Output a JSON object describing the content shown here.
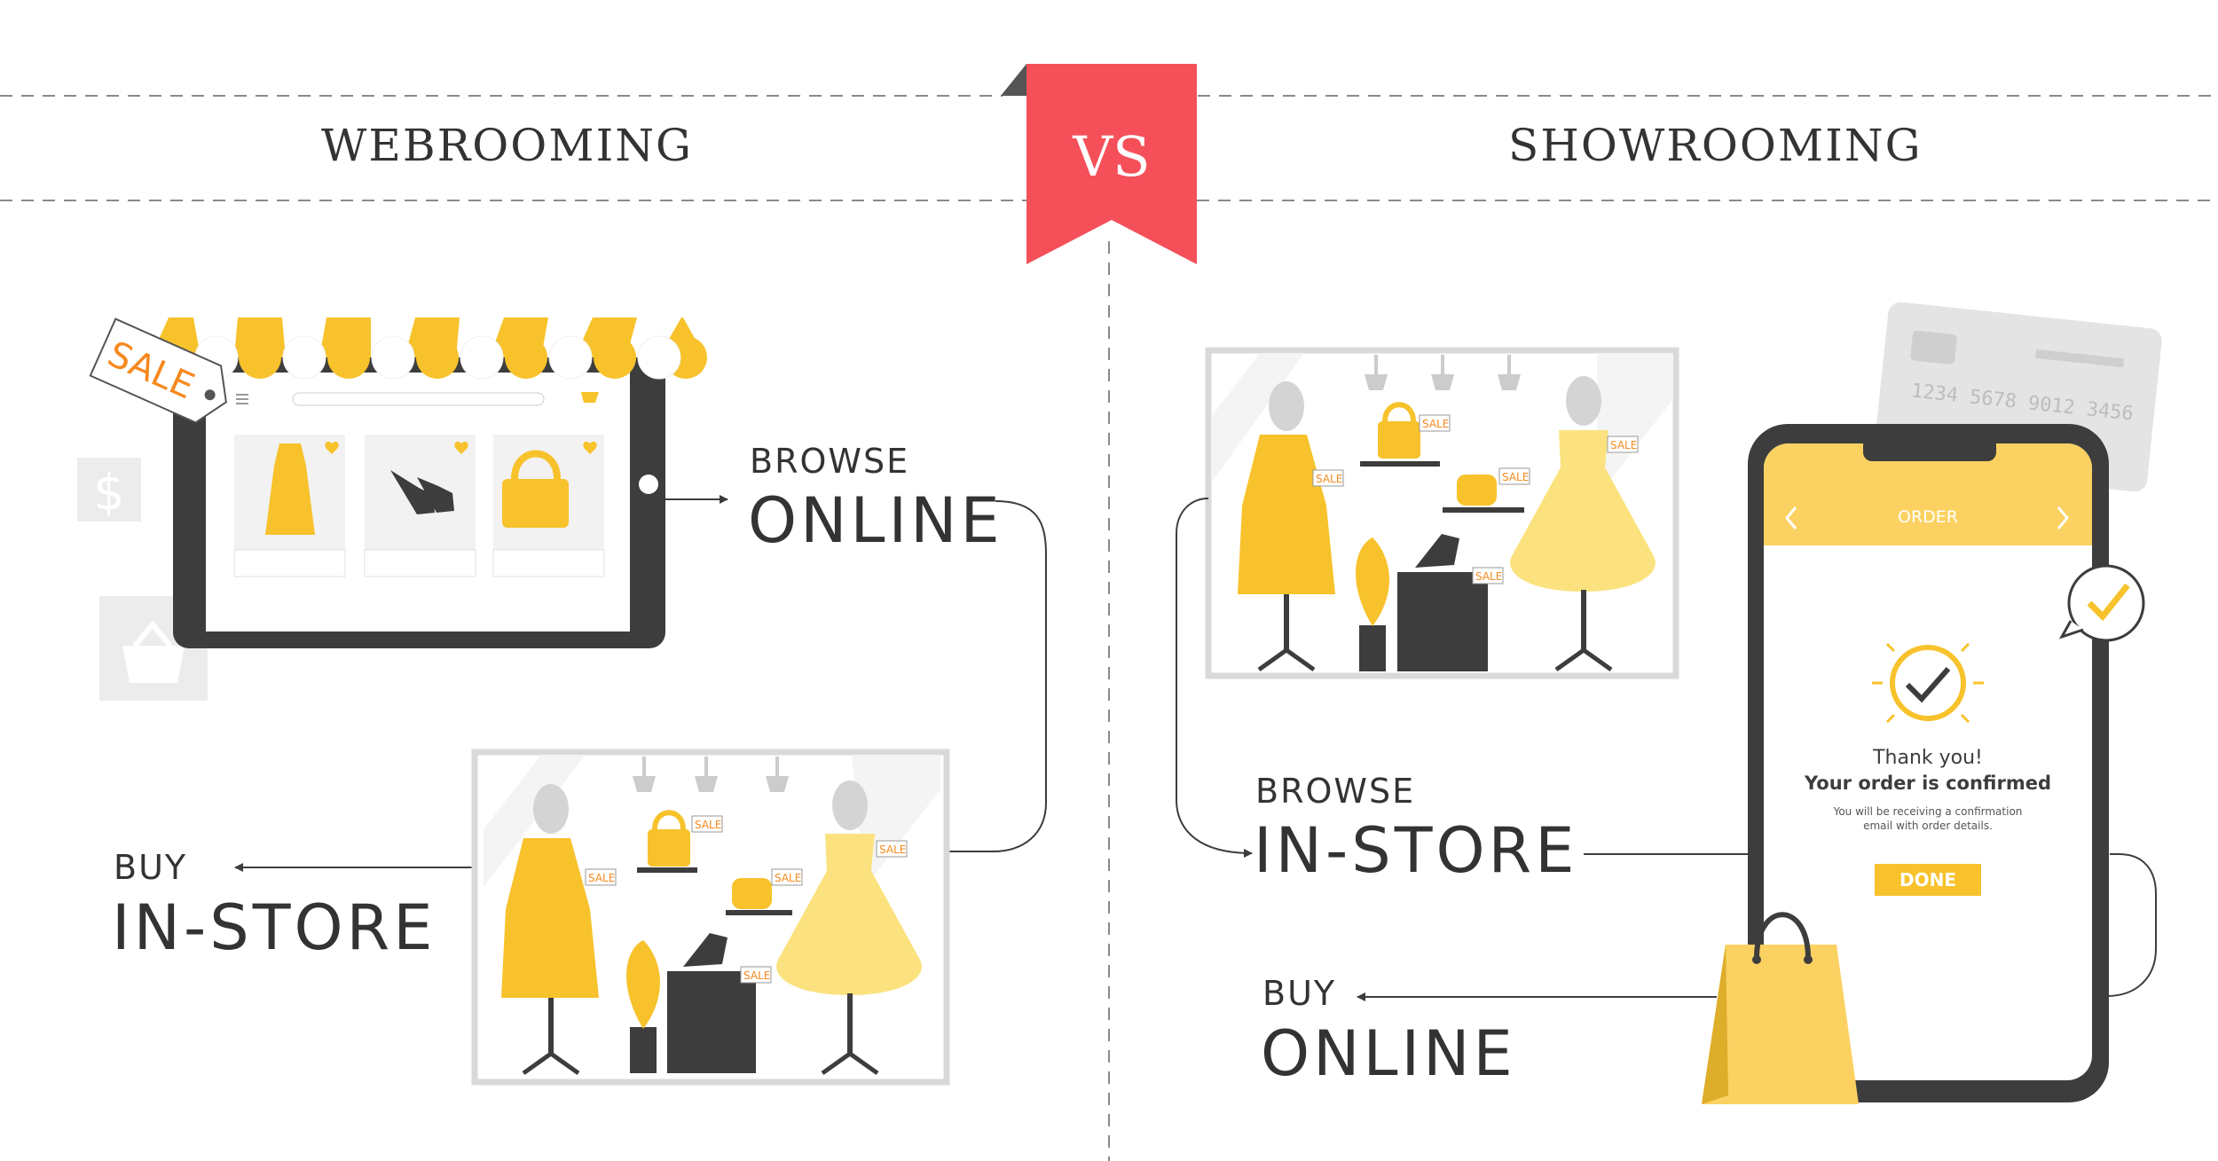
{
  "colors": {
    "yellow": "#f7c22b",
    "light_yellow": "#fbe27e",
    "pale_yellow": "#fff0b0",
    "dark": "#3d3d3d",
    "grey": "#e6e6e6",
    "mid_grey": "#bdbdbd",
    "red": "#f5505a",
    "orange": "#f5891f"
  },
  "header": {
    "left_title": "WEBROOMING",
    "vs_label": "VS",
    "right_title": "SHOWROOMING"
  },
  "webrooming": {
    "tablet": {
      "sale_tag": "SALE",
      "currency_icon": "$",
      "products": [
        "dress",
        "high-heel-shoe",
        "handbag"
      ]
    },
    "step1": {
      "small": "BROWSE",
      "big": "ONLINE"
    },
    "step2": {
      "small": "BUY",
      "big": "IN-STORE"
    },
    "store_tags": [
      "SALE",
      "SALE",
      "SALE",
      "SALE",
      "SALE"
    ]
  },
  "showrooming": {
    "step1": {
      "small": "BROWSE",
      "big": "IN-STORE"
    },
    "step2": {
      "small": "BUY",
      "big": "ONLINE"
    },
    "card_number": "1234 5678 9012 3456",
    "phone": {
      "header": "ORDER",
      "thanks": "Thank you!",
      "confirmed": "Your order is confirmed",
      "note_line1": "You will be receiving a confirmation",
      "note_line2": "email with order details.",
      "done_button": "DONE"
    },
    "store_tags": [
      "SALE",
      "SALE",
      "SALE",
      "SALE",
      "SALE"
    ]
  }
}
